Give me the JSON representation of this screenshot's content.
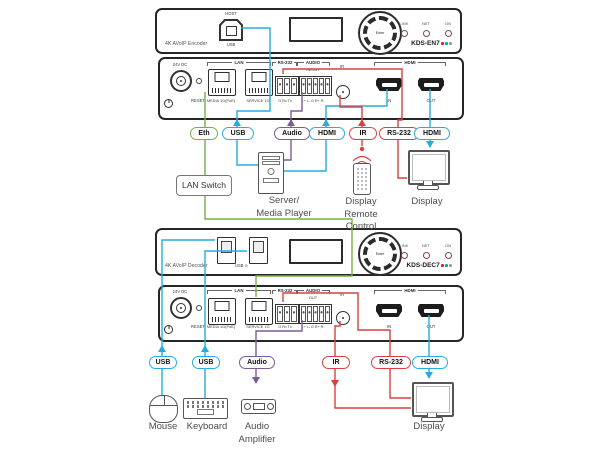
{
  "colors": {
    "eth": "#76b043",
    "usb": "#29abe2",
    "audio": "#7a5c96",
    "hdmi": "#29abe2",
    "serial": "#d9413f"
  },
  "encoder_front": {
    "name": "4K AVoIP Encoder",
    "usb_top": "HOST",
    "usb_bottom": "USB",
    "knob": "Enter",
    "leds": [
      "LINK",
      "NET",
      "ON"
    ],
    "model": "KDS-EN7"
  },
  "encoder_rear": {
    "power": "24V DC",
    "reset": "RESET",
    "lan_group": "LAN",
    "lan_port1": "MEDIA 1G(PoE)",
    "lan_port2": "SERVICE 1G",
    "rs232_group": "RS-232",
    "rs232_pins": "G Rx Tx",
    "audio_group": "AUDIO",
    "audio_dir": "IN/OUT",
    "audio_pins": "L+ L- G R+ R-",
    "ir": "IR",
    "hdmi_group": "HDMI",
    "hdmi_in": "IN",
    "hdmi_out": "OUT"
  },
  "decoder_front": {
    "name": "4K AVoIP Decoder",
    "usb_label": "USB",
    "usb_icon": "⊙",
    "knob": "Enter",
    "leds": [
      "LINK",
      "NET",
      "ON"
    ],
    "model": "KDS-DEC7"
  },
  "decoder_rear": {
    "power": "24V DC",
    "reset": "RESET",
    "lan_group": "LAN",
    "lan_port1": "MEDIA 1G(PoE)",
    "lan_port2": "SERVICE 1G",
    "rs232_group": "RS-232",
    "rs232_pins": "G Rx Tx",
    "audio_group": "AUDIO",
    "audio_dir": "OUT",
    "audio_pins": "L+ L- G R+ R-",
    "ir": "IR",
    "hdmi_group": "HDMI",
    "hdmi_in": "IN",
    "hdmi_out": "OUT"
  },
  "top_links": {
    "eth": "Eth",
    "usb": "USB",
    "audio": "Audio",
    "hdmi_in": "HDMI",
    "ir": "IR",
    "rs232": "RS-232",
    "hdmi_out": "HDMI"
  },
  "bottom_links": {
    "usb1": "USB",
    "usb2": "USB",
    "audio": "Audio",
    "ir": "IR",
    "rs232": "RS-232",
    "hdmi": "HDMI"
  },
  "devices": {
    "lan_switch": "LAN Switch",
    "server": [
      "Server/",
      "Media Player"
    ],
    "remote": [
      "Display",
      "Remote",
      "Control"
    ],
    "display_top": "Display",
    "mouse": "Mouse",
    "keyboard": "Keyboard",
    "amplifier": [
      "Audio",
      "Amplifier"
    ],
    "display_bottom": "Display"
  }
}
